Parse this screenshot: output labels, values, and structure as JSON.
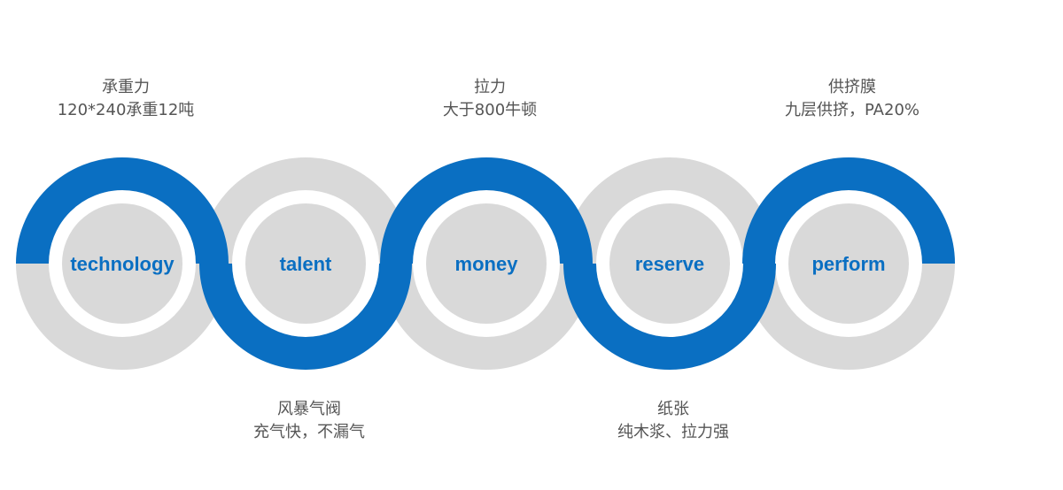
{
  "colors": {
    "blue": "#0a6fc2",
    "gray": "#d9d9d9",
    "text": "#555555"
  },
  "nodes": [
    {
      "key": "technology",
      "word": "technology",
      "title": "承重力",
      "detail": "120*240承重12吨",
      "caption_position": "top"
    },
    {
      "key": "talent",
      "word": "talent",
      "title": "风暴气阀",
      "detail": "充气快，不漏气",
      "caption_position": "bottom"
    },
    {
      "key": "money",
      "word": "money",
      "title": "拉力",
      "detail": "大于800牛顿",
      "caption_position": "top"
    },
    {
      "key": "reserve",
      "word": "reserve",
      "title": "纸张",
      "detail": "纯木浆、拉力强",
      "caption_position": "bottom"
    },
    {
      "key": "perform",
      "word": "perform",
      "title": "供挤膜",
      "detail": "九层供挤，PA20%",
      "caption_position": "top"
    }
  ]
}
